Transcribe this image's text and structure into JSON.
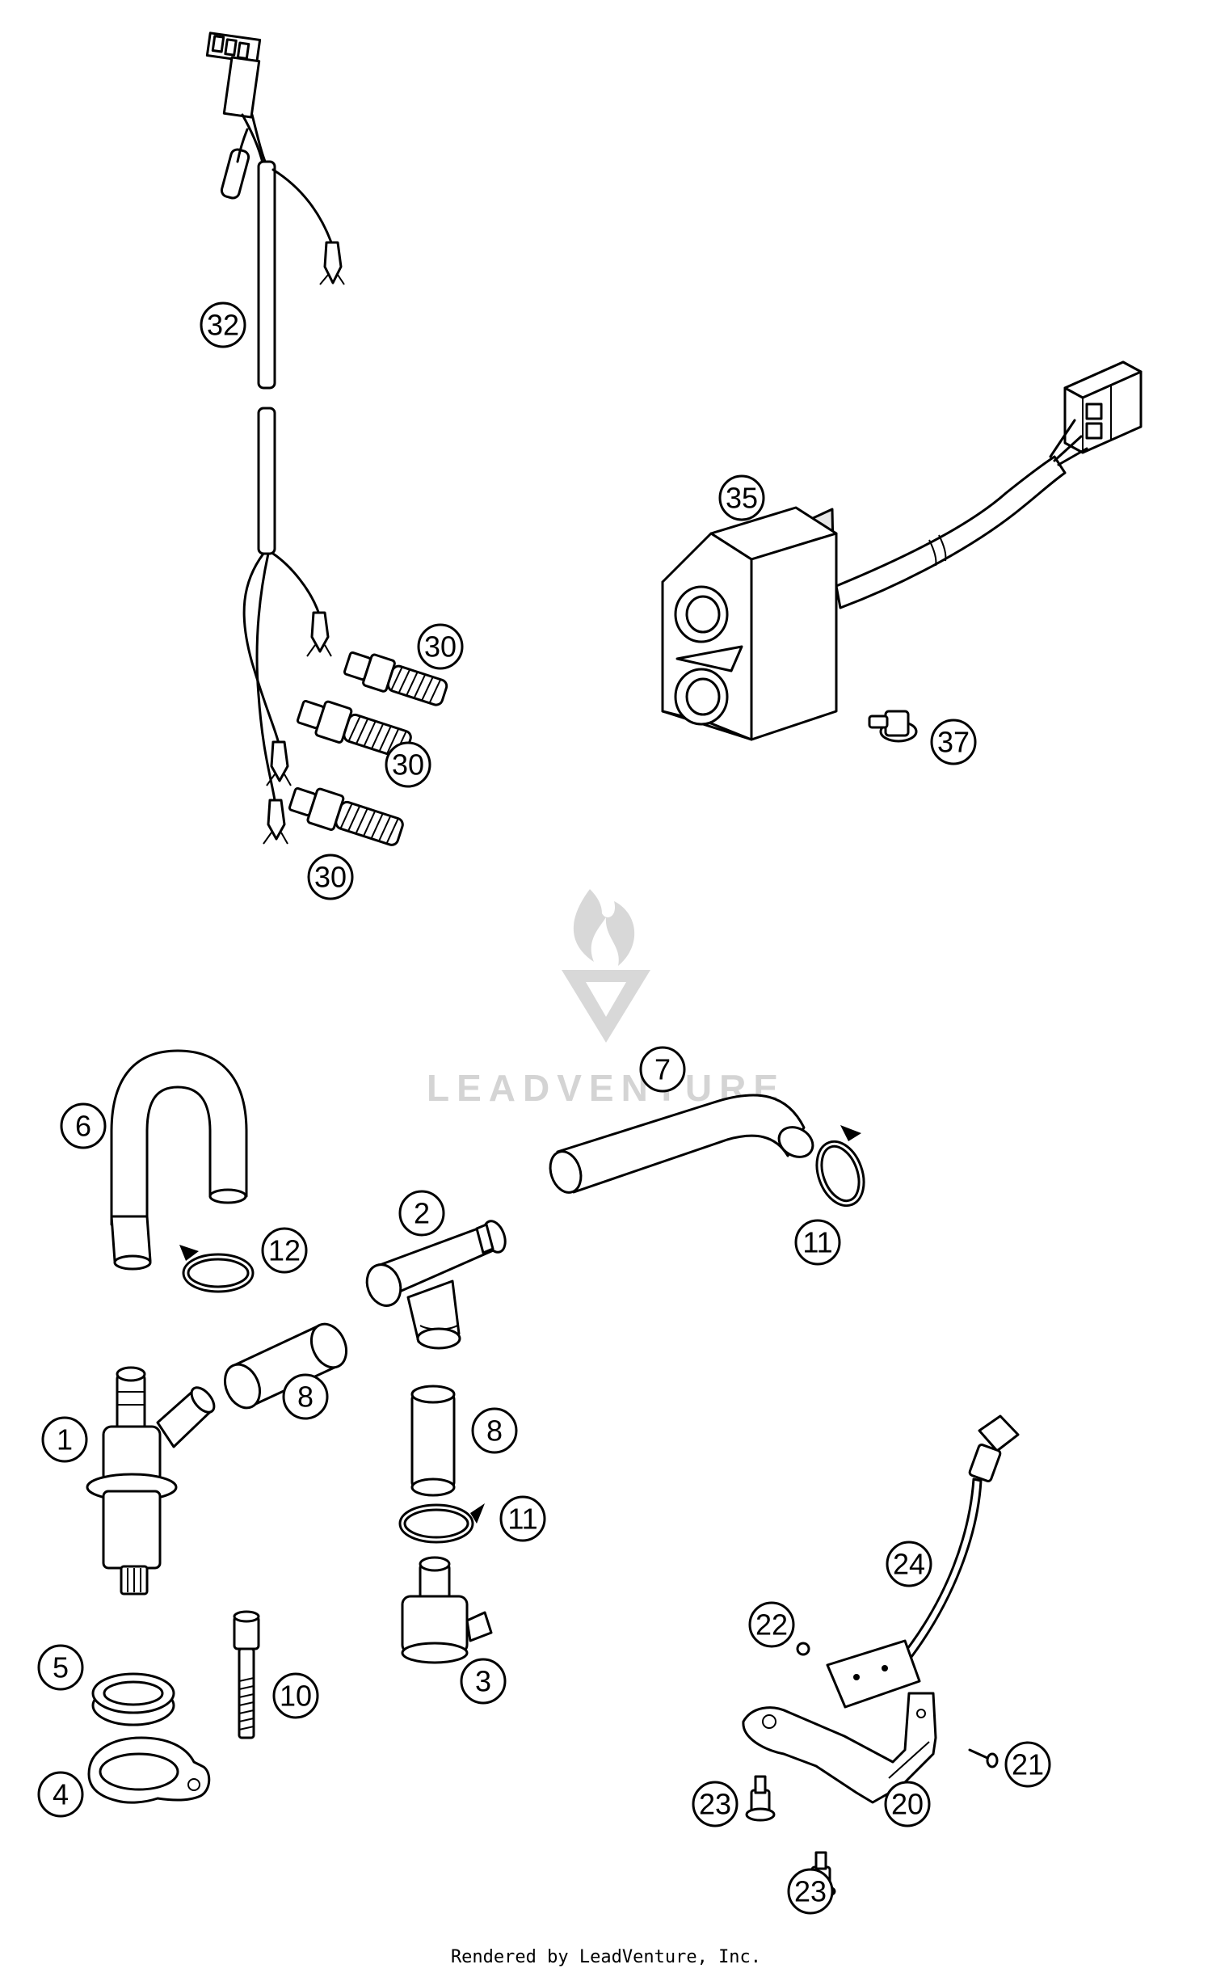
{
  "watermark": {
    "brand": "LEADVENTURE"
  },
  "footer": {
    "credit": "Rendered by LeadVenture, Inc."
  },
  "callouts": {
    "c32": "32",
    "c30a": "30",
    "c30b": "30",
    "c30c": "30",
    "c35": "35",
    "c37": "37",
    "c7": "7",
    "c6": "6",
    "c11a": "11",
    "c2": "2",
    "c12": "12",
    "c8a": "8",
    "c1": "1",
    "c8b": "8",
    "c11b": "11",
    "c24": "24",
    "c22": "22",
    "c5": "5",
    "c10": "10",
    "c3": "3",
    "c21": "21",
    "c4": "4",
    "c23a": "23",
    "c20": "20",
    "c23b": "23"
  }
}
